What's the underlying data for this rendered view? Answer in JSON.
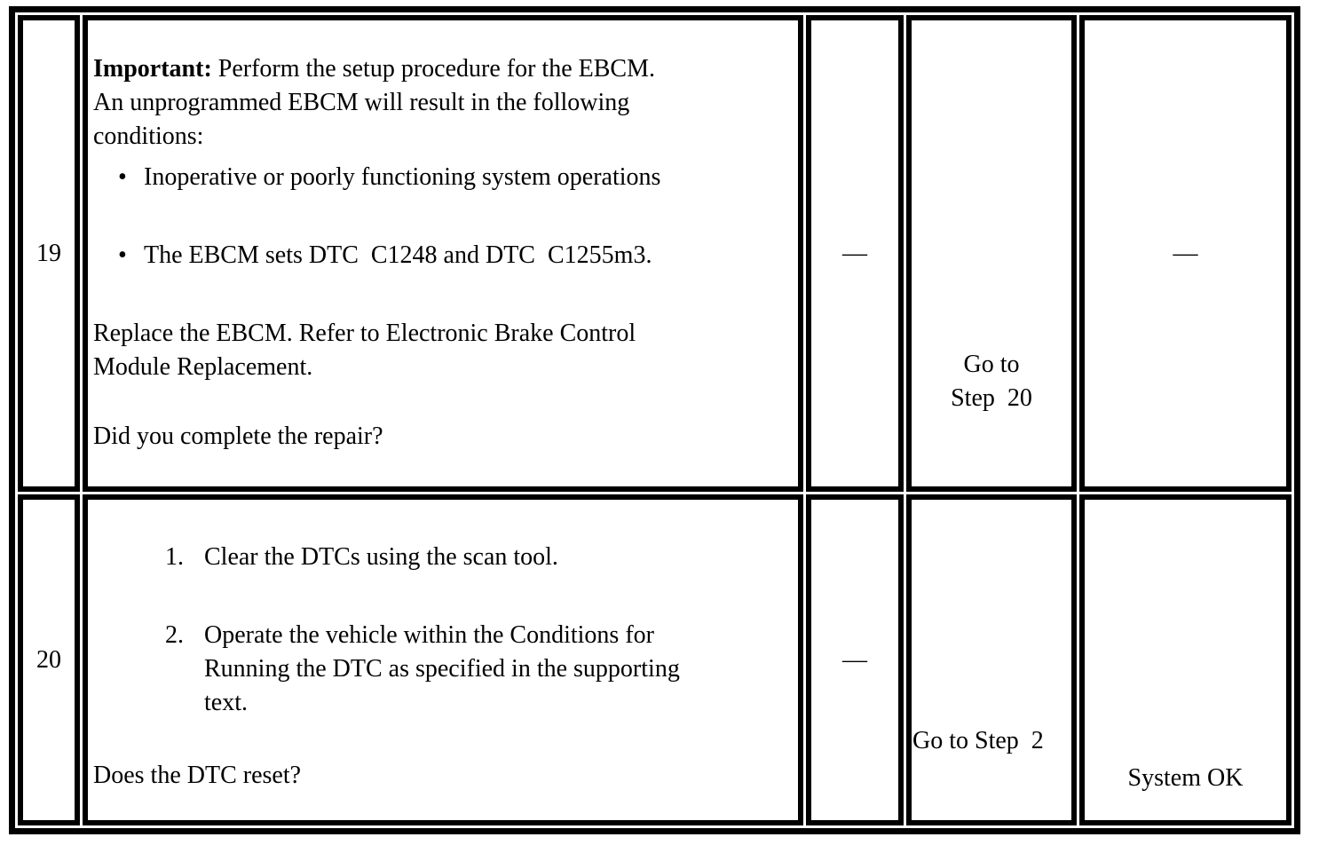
{
  "table": {
    "bullet_char": "•",
    "rows": [
      {
        "step": "19",
        "action": {
          "important_label": "Important:",
          "intro_rest": " Perform the setup procedure for the EBCM.\nAn unprogrammed EBCM will result in the following\nconditions:",
          "bullets": [
            "Inoperative or poorly functioning system operations",
            "The EBCM sets DTC  C1248 and DTC  C1255m3."
          ],
          "body": "Replace the EBCM. Refer to Electronic Brake Control\nModule Replacement.",
          "question": "Did you complete the repair?"
        },
        "value": "—",
        "yes": "Go to\nStep  20",
        "no": "—"
      },
      {
        "step": "20",
        "action": {
          "steps": [
            {
              "num": "1.",
              "text": "Clear the DTCs using the scan tool."
            },
            {
              "num": "2.",
              "text": "Operate the vehicle within the Conditions for\nRunning the DTC as specified in the supporting\ntext."
            }
          ],
          "question": "Does the DTC reset?"
        },
        "value": "—",
        "yes": "Go to Step  2",
        "no": "System OK"
      }
    ]
  }
}
